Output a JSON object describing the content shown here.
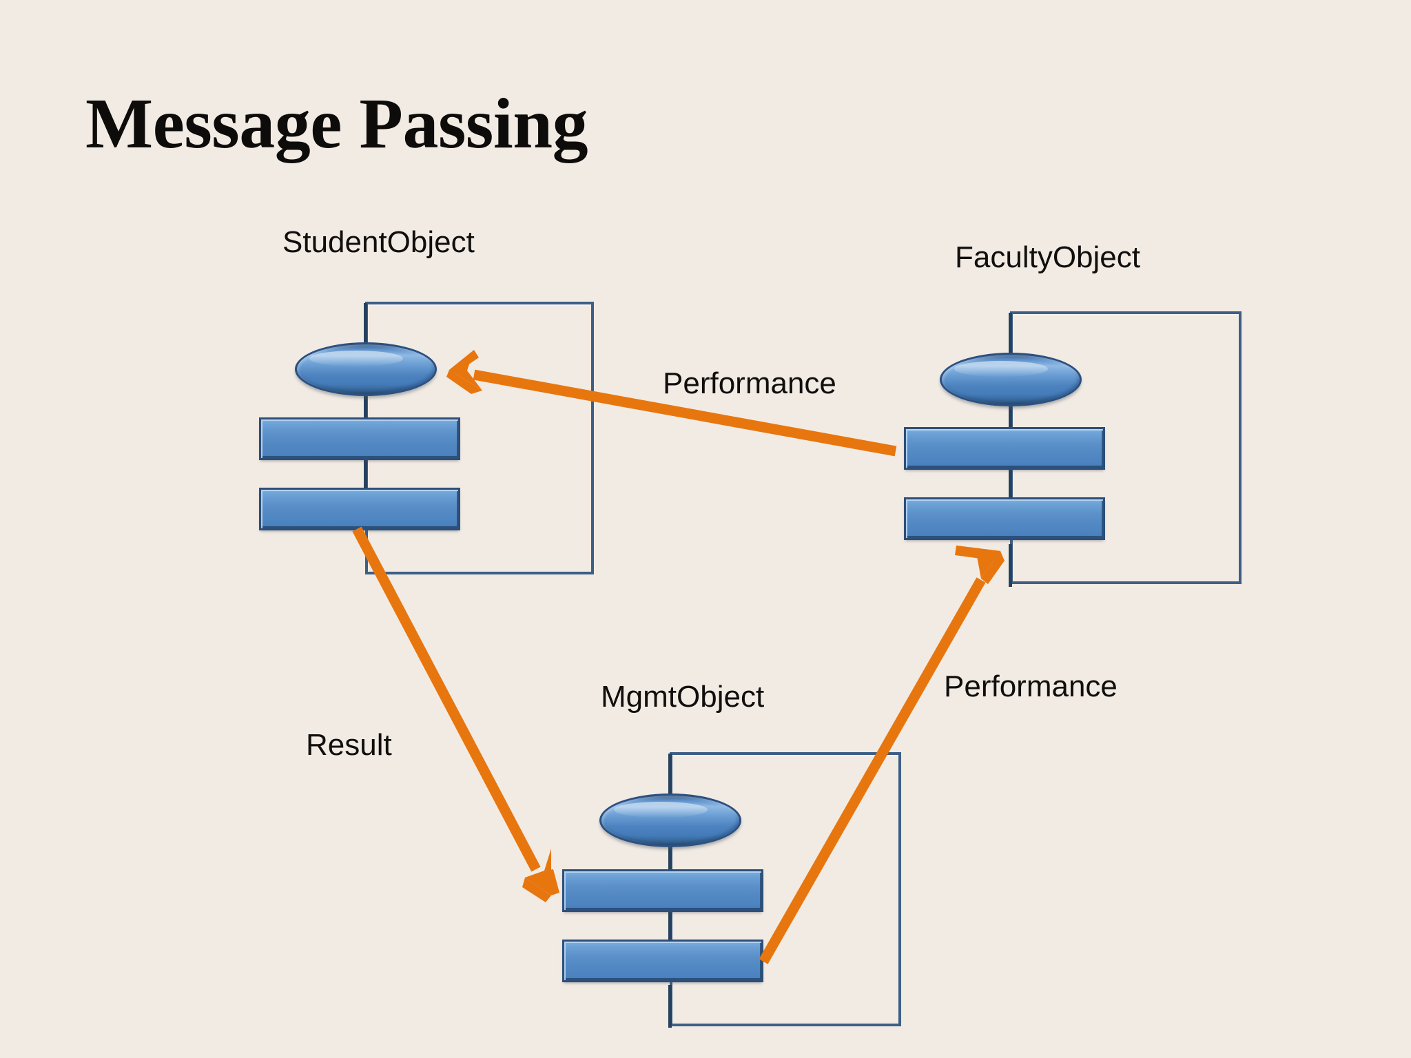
{
  "slide": {
    "title": "Message Passing",
    "background_color": "#f2ebe4",
    "accent_color": "#e8760e",
    "node_fill_color": "#5b90c9",
    "node_border_color": "#2d4f79",
    "frame_border_color": "#3d5f86",
    "text_color": "#100f0d"
  },
  "objects": [
    {
      "id": "student",
      "label": "StudentObject",
      "bars": [
        "bar-top",
        "bar-bottom"
      ],
      "ellipse": "interface-ellipse"
    },
    {
      "id": "faculty",
      "label": "FacultyObject",
      "bars": [
        "bar-top",
        "bar-bottom"
      ],
      "ellipse": "interface-ellipse"
    },
    {
      "id": "mgmt",
      "label": "MgmtObject",
      "bars": [
        "bar-top",
        "bar-bottom"
      ],
      "ellipse": "interface-ellipse"
    }
  ],
  "messages": [
    {
      "id": "msg-performance-faculty-to-student",
      "label": "Performance",
      "from": "faculty",
      "to": "student",
      "color": "#e8760e"
    },
    {
      "id": "msg-result-student-to-mgmt",
      "label": "Result",
      "from": "student",
      "to": "mgmt",
      "color": "#e8760e"
    },
    {
      "id": "msg-performance-mgmt-to-faculty",
      "label": "Performance",
      "from": "mgmt",
      "to": "faculty",
      "color": "#e8760e"
    }
  ]
}
